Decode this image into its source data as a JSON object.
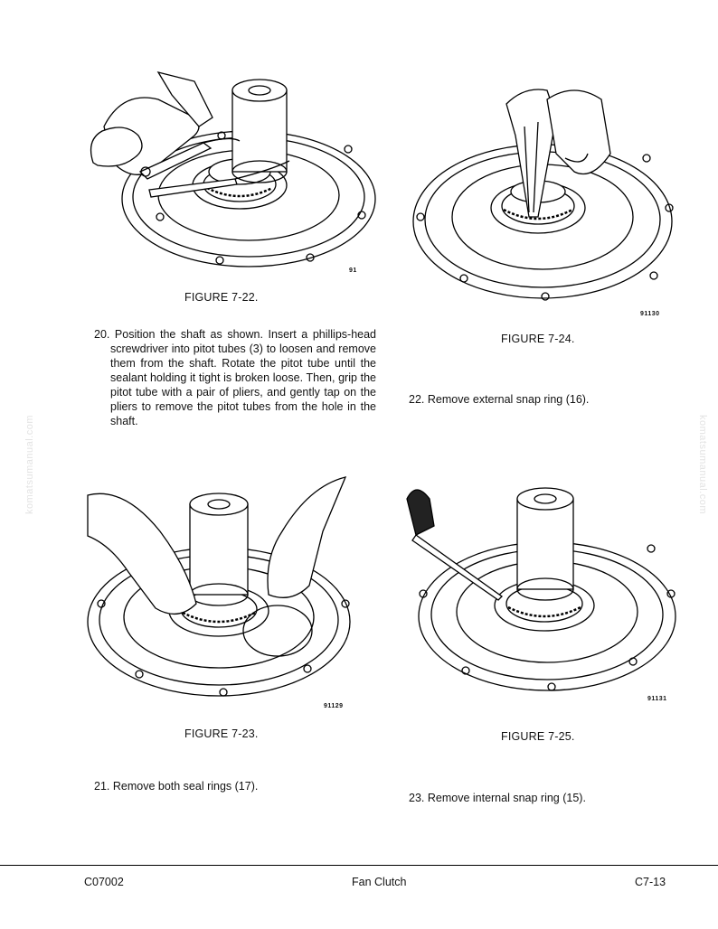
{
  "figures": {
    "fig22": {
      "caption": "FIGURE 7-22.",
      "number": "91"
    },
    "fig23": {
      "caption": "FIGURE 7-23.",
      "number": "91129"
    },
    "fig24": {
      "caption": "FIGURE 7-24.",
      "number": "91130"
    },
    "fig25": {
      "caption": "FIGURE 7-25.",
      "number": "91131"
    }
  },
  "steps": {
    "step20": "20. Position the shaft as shown. Insert a phillips-head screwdriver into pitot tubes (3) to loosen and remove them from the shaft. Rotate the pitot tube until the sealant holding it tight is broken loose. Then, grip the pitot tube with a pair of pliers, and gently tap on the pliers to remove the pitot tubes from the hole in the shaft.",
    "step21": "21. Remove both seal rings (17).",
    "step22": "22. Remove external snap ring (16).",
    "step23": "23. Remove internal snap ring (15)."
  },
  "watermark": "komatsumanual.com",
  "footer": {
    "code": "C07002",
    "title": "Fan Clutch",
    "page": "C7-13"
  }
}
